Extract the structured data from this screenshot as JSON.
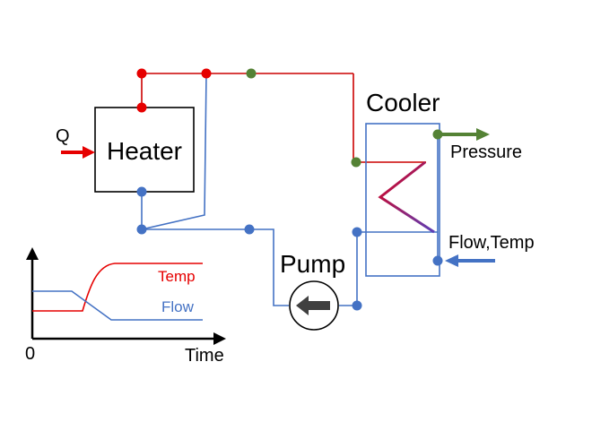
{
  "labels": {
    "heater": "Heater",
    "cooler": "Cooler",
    "pump": "Pump",
    "q": "Q",
    "pressure": "Pressure",
    "flow_temp": "Flow,Temp"
  },
  "inset_chart": {
    "series_temp": "Temp",
    "series_flow": "Flow",
    "xlabel": "Time",
    "origin": "0"
  },
  "colors": {
    "hot": "#e60000",
    "hot_line": "#cc0000",
    "cold": "#4472c4",
    "pressure": "#548235",
    "black": "#000000"
  },
  "icons": {
    "pump_arrow": "left-arrow-icon",
    "cooler_coil": "zigzag-coil-icon"
  }
}
